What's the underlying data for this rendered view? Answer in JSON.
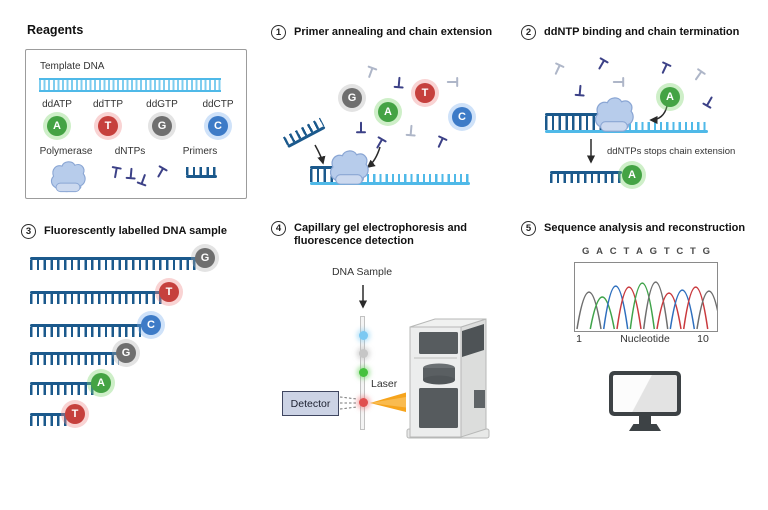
{
  "palette": {
    "nucleotide_A": "#44a344",
    "nucleotide_T": "#c6403d",
    "nucleotide_G": "#6f6f6f",
    "nucleotide_C": "#3d7bc7",
    "strand_dark": "#1b598c",
    "strand_light": "#4fb9e8",
    "dntp_dark": "#3c4187",
    "dntp_light": "#aeb6c8",
    "laser": "#f6a41c"
  },
  "reagents": {
    "title": "Reagents",
    "template_dna_label": "Template DNA",
    "ddntps": [
      {
        "label": "ddATP",
        "letter": "A"
      },
      {
        "label": "ddTTP",
        "letter": "T"
      },
      {
        "label": "ddGTP",
        "letter": "G"
      },
      {
        "label": "ddCTP",
        "letter": "C"
      }
    ],
    "polymerase_label": "Polymerase",
    "dntps_label": "dNTPs",
    "primers_label": "Primers"
  },
  "step1": {
    "number": "1",
    "title": "Primer annealing and chain extension",
    "floating_ddntps": [
      {
        "letter": "G"
      },
      {
        "letter": "A"
      },
      {
        "letter": "T"
      },
      {
        "letter": "C"
      }
    ]
  },
  "step2": {
    "number": "2",
    "title": "ddNTP binding and chain termination",
    "note": "ddNTPs stops chain extension",
    "incoming_ddntp": {
      "letter": "A"
    },
    "terminal_ddntp": {
      "letter": "A"
    }
  },
  "step3": {
    "number": "3",
    "title": "Fluorescently labelled DNA sample",
    "strands": [
      {
        "terminal_label": "G"
      },
      {
        "terminal_label": "T"
      },
      {
        "terminal_label": "C"
      },
      {
        "terminal_label": "G"
      },
      {
        "terminal_label": "A"
      },
      {
        "terminal_label": "T"
      }
    ]
  },
  "step4": {
    "number": "4",
    "title": "Capillary gel electrophoresis and\nfluorescence detection",
    "dna_sample_label": "DNA Sample",
    "laser_label": "Laser",
    "detector_label": "Detector"
  },
  "step5": {
    "number": "5",
    "title": "Sequence analysis and reconstruction",
    "x_axis": {
      "start_tick": "1",
      "label": "Nucleotide",
      "end_tick": "10"
    }
  },
  "chart_data": {
    "type": "line",
    "title": "Sanger sequencing chromatogram",
    "categories": [
      "G",
      "A",
      "C",
      "T",
      "A",
      "G",
      "T",
      "C",
      "T",
      "G"
    ],
    "x": [
      1,
      2,
      3,
      4,
      5,
      6,
      7,
      8,
      9,
      10
    ],
    "peak_heights_relative": [
      0.55,
      0.48,
      0.64,
      0.63,
      0.69,
      0.7,
      0.54,
      0.58,
      0.63,
      0.57
    ],
    "xlabel": "Nucleotide",
    "x_ticks_shown": [
      "1",
      "10"
    ],
    "legend": false,
    "grid": false,
    "colors": {
      "G": "#6e6e6e",
      "A": "#3fa34a",
      "C": "#2e6fbe",
      "T": "#c9393d"
    }
  }
}
